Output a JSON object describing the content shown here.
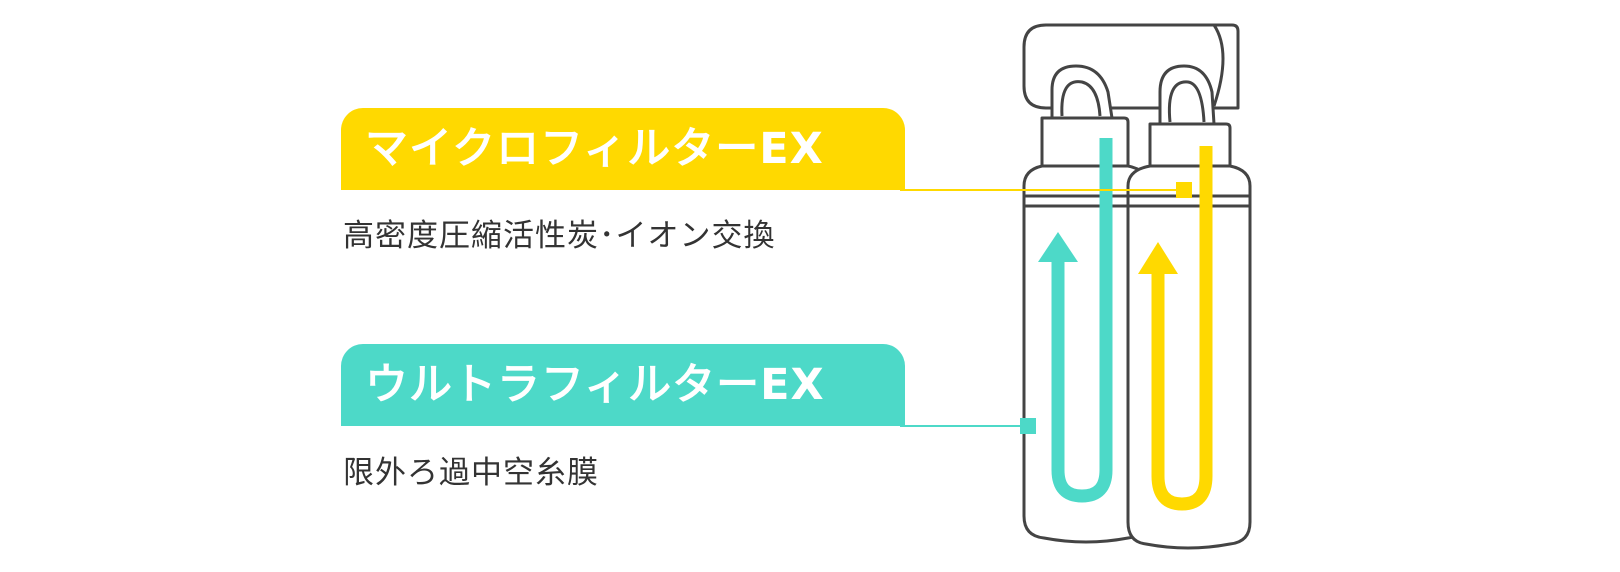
{
  "colors": {
    "micro_accent": "#FFD900",
    "ultra_accent": "#4DD9C8",
    "outline": "#444444"
  },
  "filters": [
    {
      "id": "micro",
      "name": "マイクロフィルターEX",
      "description": "高密度圧縮活性炭･イオン交換"
    },
    {
      "id": "ultra",
      "name": "ウルトラフィルターEX",
      "description": "限外ろ過中空糸膜"
    }
  ]
}
